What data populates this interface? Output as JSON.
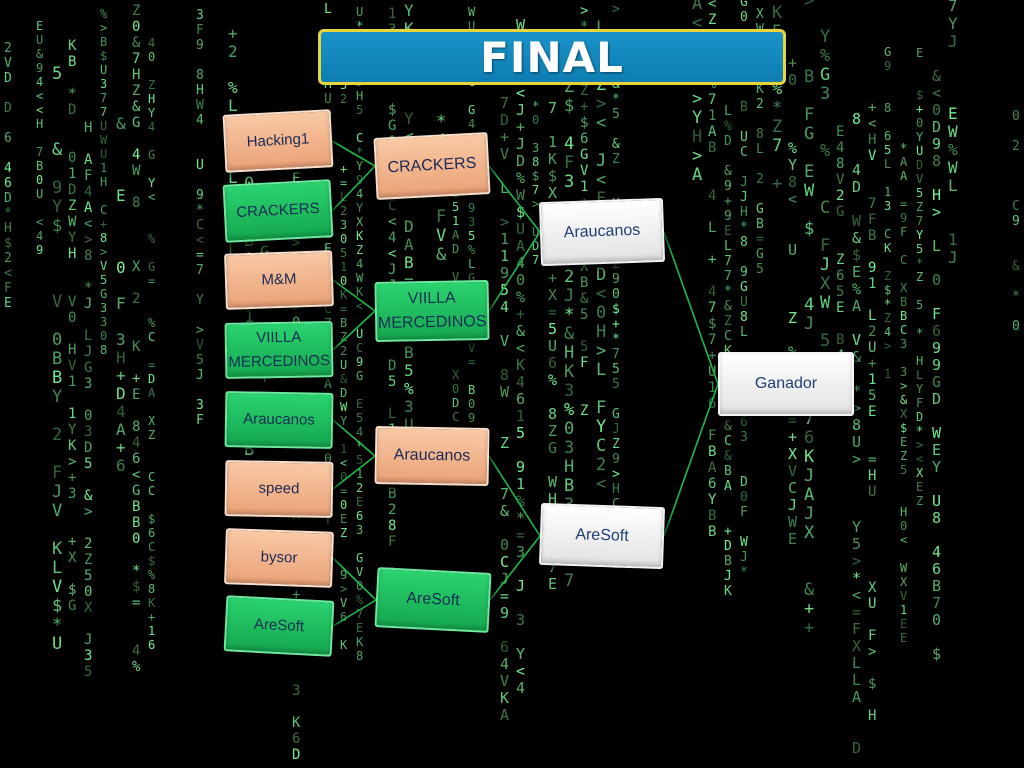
{
  "title": "FINAL",
  "colors": {
    "title_bar": "#1187bf",
    "title_border": "#e8d43b",
    "orange_box": "#f2b48c",
    "green_box": "#1fbf5f",
    "white_box": "#f4f4f4",
    "connector": "#1fb84a",
    "matrix_text": "#7dff9a",
    "background": "#000000"
  },
  "round1": [
    {
      "id": "r1-hacking1",
      "lines": [
        "Hacking1"
      ],
      "style": "orange"
    },
    {
      "id": "r1-crackers",
      "lines": [
        "CRACKERS"
      ],
      "style": "green"
    },
    {
      "id": "r1-mm",
      "lines": [
        "M&M"
      ],
      "style": "orange"
    },
    {
      "id": "r1-viilla",
      "lines": [
        "VIILLA",
        "MERCEDINOS"
      ],
      "style": "green"
    },
    {
      "id": "r1-araucanos",
      "lines": [
        "Araucanos"
      ],
      "style": "green"
    },
    {
      "id": "r1-speed",
      "lines": [
        "speed"
      ],
      "style": "orange"
    },
    {
      "id": "r1-bysor",
      "lines": [
        "bysor"
      ],
      "style": "orange"
    },
    {
      "id": "r1-aresoft",
      "lines": [
        "AreSoft"
      ],
      "style": "green"
    }
  ],
  "round2": [
    {
      "id": "r2-crackers",
      "lines": [
        "CRACKERS"
      ],
      "style": "orange"
    },
    {
      "id": "r2-viilla",
      "lines": [
        "VIILLA",
        "MERCEDINOS"
      ],
      "style": "green"
    },
    {
      "id": "r2-araucanos",
      "lines": [
        "Araucanos"
      ],
      "style": "orange"
    },
    {
      "id": "r2-aresoft",
      "lines": [
        "AreSoft"
      ],
      "style": "green"
    }
  ],
  "round3": [
    {
      "id": "r3-araucanos",
      "lines": [
        "Araucanos"
      ],
      "style": "white"
    },
    {
      "id": "r3-aresoft",
      "lines": [
        "AreSoft"
      ],
      "style": "white"
    }
  ],
  "winner": {
    "id": "ganador",
    "lines": [
      "Ganador"
    ],
    "style": "white"
  }
}
